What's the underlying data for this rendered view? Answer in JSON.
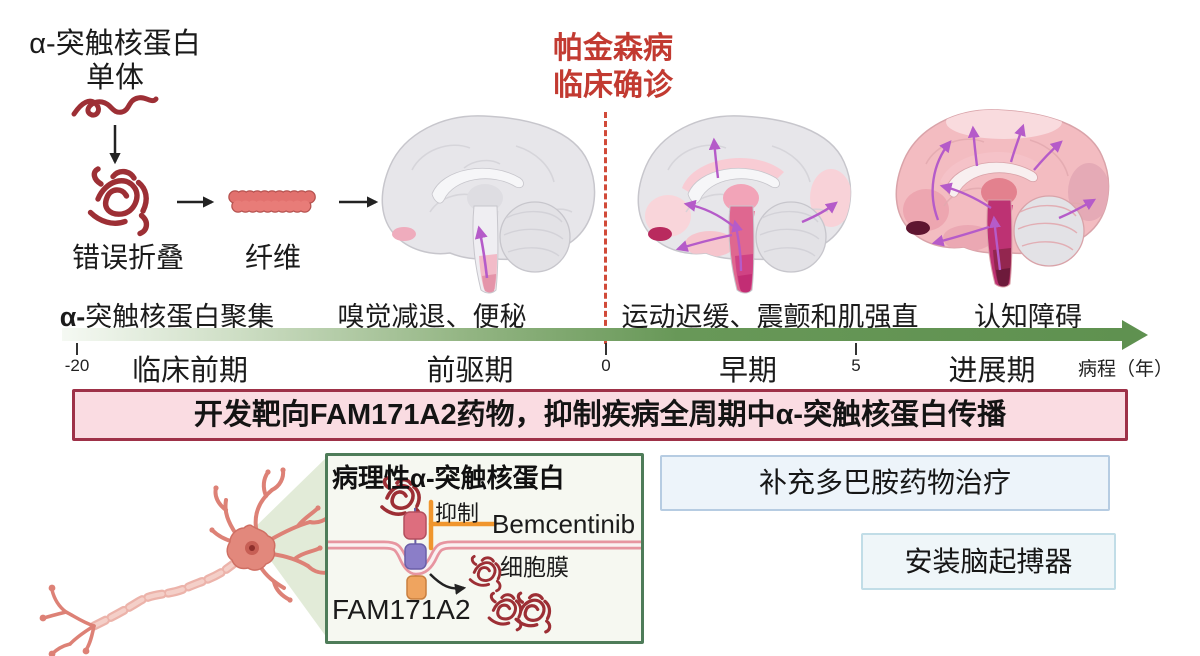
{
  "colors": {
    "accent_red": "#c23a31",
    "protein_red": "#9d2f35",
    "timeline_green": "#5f9150",
    "banner_bg": "#fadce2",
    "banner_border": "#9e3148",
    "inhibitor_orange": "#f0962e",
    "spread_arrow_purple": "#b55bc9",
    "treatment_box_bg": "#edf4fa"
  },
  "intro": {
    "protein_line1": "α-突触核蛋白",
    "protein_line2": "单体",
    "misfold_label": "错误折叠",
    "fiber_label": "纤维"
  },
  "diagnosis": {
    "line1": "帕金森病",
    "line2": "临床确诊"
  },
  "timeline": {
    "symptoms": [
      {
        "prefix": "α-",
        "text": "突触核蛋白聚集"
      },
      {
        "prefix": "",
        "text": "嗅觉减退、便秘"
      },
      {
        "prefix": "",
        "text": "运动迟缓、震颤和肌强直"
      },
      {
        "prefix": "",
        "text": "认知障碍"
      }
    ],
    "stages": [
      "临床前期",
      "前驱期",
      "早期",
      "进展期"
    ],
    "ticks": [
      "-20",
      "0",
      "5"
    ],
    "axis_label": "病程（年）"
  },
  "banner": {
    "text": "开发靶向FAM171A2药物，抑制疾病全周期中α-突触核蛋白传播"
  },
  "mechanism": {
    "title": "病理性α-突触核蛋白",
    "inhibit_label": "抑制",
    "drug_name": "Bemcentinib",
    "membrane_label": "细胞膜",
    "receptor_name": "FAM171A2"
  },
  "treatments": [
    {
      "label": "补充多巴胺药物治疗"
    },
    {
      "label": "安装脑起搏器"
    }
  ]
}
